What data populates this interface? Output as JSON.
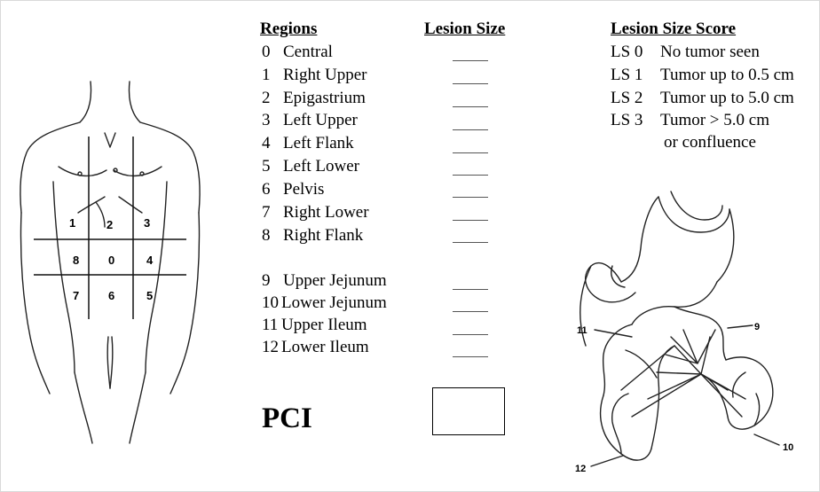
{
  "headers": {
    "regions": "Regions",
    "lesion_size": "Lesion Size",
    "lesion_size_score": "Lesion Size Score"
  },
  "regions": [
    {
      "num": "0",
      "name": "Central"
    },
    {
      "num": "1",
      "name": "Right Upper"
    },
    {
      "num": "2",
      "name": "Epigastrium"
    },
    {
      "num": "3",
      "name": "Left Upper"
    },
    {
      "num": "4",
      "name": "Left Flank"
    },
    {
      "num": "5",
      "name": "Left Lower"
    },
    {
      "num": "6",
      "name": "Pelvis"
    },
    {
      "num": "7",
      "name": "Right Lower"
    },
    {
      "num": "8",
      "name": "Right Flank"
    },
    {
      "num": "9",
      "name": "Upper Jejunum"
    },
    {
      "num": "10",
      "name": "Lower Jejunum"
    },
    {
      "num": "11",
      "name": "Upper Ileum"
    },
    {
      "num": "12",
      "name": "Lower Ileum"
    }
  ],
  "scores": [
    {
      "code": "LS 0",
      "text": "No tumor seen"
    },
    {
      "code": "LS 1",
      "text": "Tumor up to 0.5 cm"
    },
    {
      "code": "LS 2",
      "text": "Tumor up to 5.0 cm"
    },
    {
      "code": "LS 3",
      "text": "Tumor > 5.0 cm",
      "text2": "or confluence"
    }
  ],
  "pci_label": "PCI",
  "torso_labels": [
    "1",
    "2",
    "3",
    "8",
    "0",
    "4",
    "7",
    "6",
    "5"
  ],
  "intestine_labels": [
    "11",
    "9",
    "12",
    "10"
  ]
}
